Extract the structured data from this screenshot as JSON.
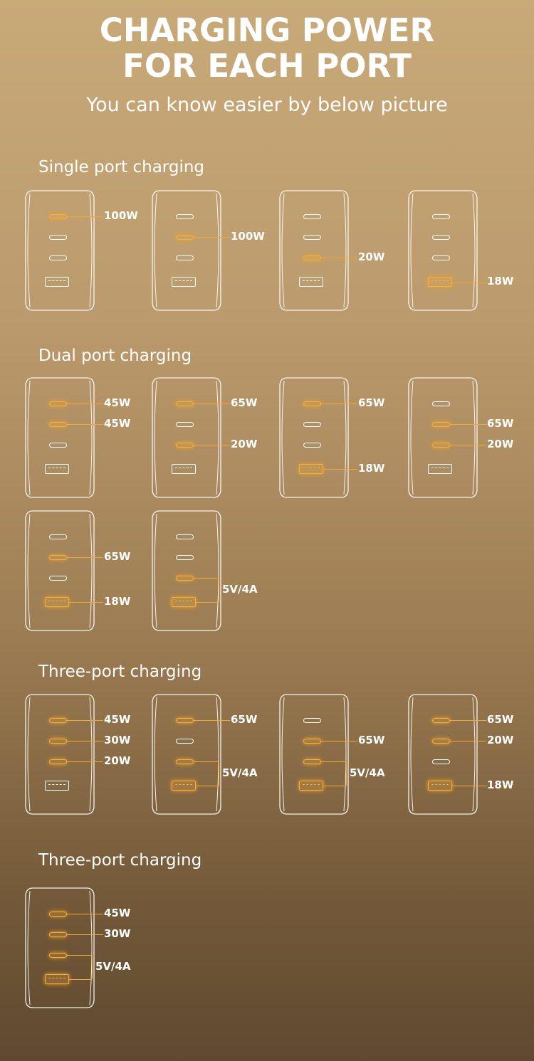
{
  "header": {
    "title_line1": "CHARGING POWER",
    "title_line2": "FOR EACH PORT",
    "subtitle": "You can know easier by below picture"
  },
  "accent_color": "#f5b03a",
  "sections": [
    {
      "title": "Single port charging",
      "chargers": [
        {
          "labels": [
            "100W"
          ]
        },
        {
          "labels": [
            "100W"
          ]
        },
        {
          "labels": [
            "20W"
          ]
        },
        {
          "labels": [
            "18W"
          ]
        }
      ]
    },
    {
      "title": "Dual port charging",
      "chargers": [
        {
          "labels": [
            "45W",
            "45W"
          ]
        },
        {
          "labels": [
            "65W",
            "20W"
          ]
        },
        {
          "labels": [
            "65W",
            "18W"
          ]
        },
        {
          "labels": [
            "65W",
            "20W"
          ]
        },
        {
          "labels": [
            "65W",
            "18W"
          ]
        },
        {
          "labels": [
            "5V/4A"
          ]
        }
      ]
    },
    {
      "title": "Three-port charging",
      "chargers": [
        {
          "labels": [
            "45W",
            "30W",
            "20W"
          ]
        },
        {
          "labels": [
            "65W",
            "5V/4A"
          ]
        },
        {
          "labels": [
            "65W",
            "5V/4A"
          ]
        },
        {
          "labels": [
            "65W",
            "20W",
            "18W"
          ]
        }
      ]
    },
    {
      "title": "Three-port charging",
      "chargers": [
        {
          "labels": [
            "45W",
            "30W",
            "5V/4A"
          ]
        }
      ]
    }
  ]
}
